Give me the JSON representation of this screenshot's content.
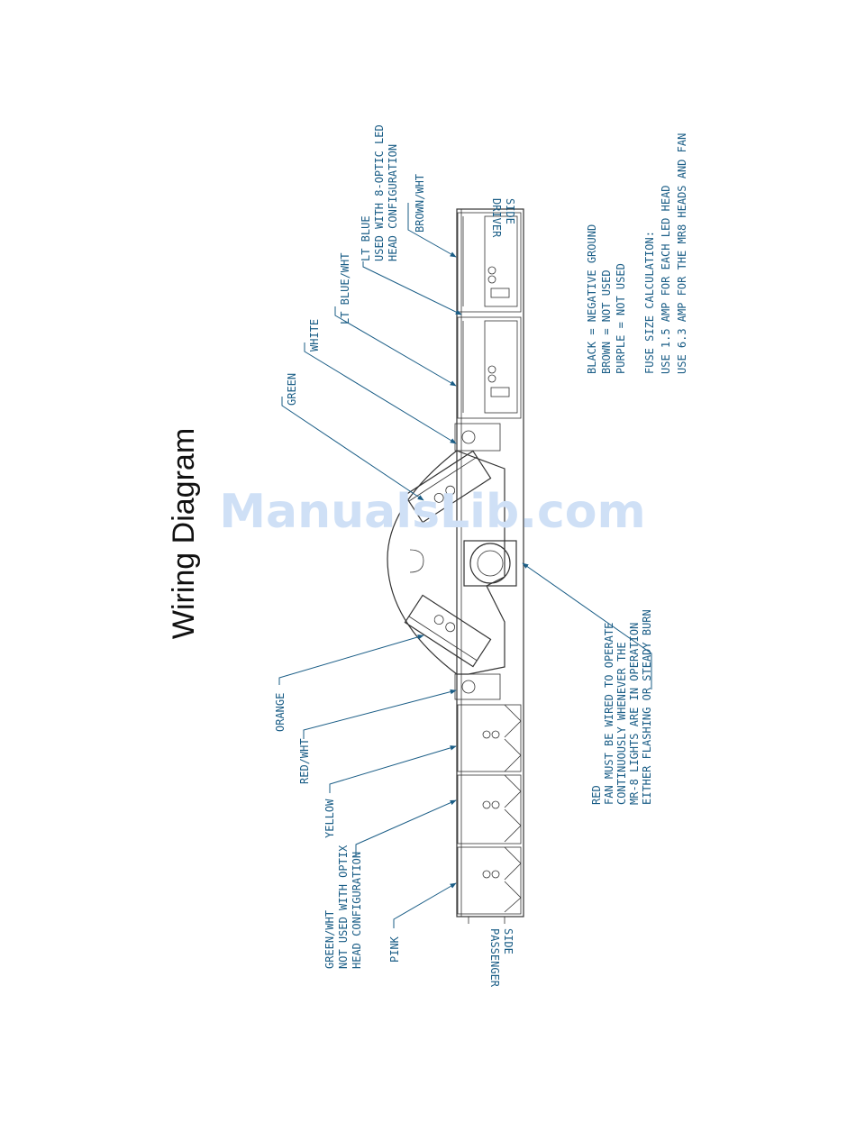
{
  "title": "Wiring Diagram",
  "watermark": "ManualsLib.com",
  "sides": {
    "driver": [
      "DRIVER",
      "SIDE"
    ],
    "passenger": [
      "PASSENGER",
      "SIDE"
    ]
  },
  "wire_labels": {
    "brown_wht": "BROWN/WHT",
    "lt_blue": [
      "LT BLUE",
      "USED WITH 8-OPTIC LED",
      "HEAD CONFIGURATION"
    ],
    "lt_blue_wht": "LT BLUE/WHT",
    "white": "WHITE",
    "green": "GREEN",
    "orange": "ORANGE",
    "red_wht": "RED/WHT",
    "yellow": "YELLOW",
    "green_wht": [
      "GREEN/WHT",
      "NOT USED WITH OPTIX",
      "HEAD CONFIGURATION"
    ],
    "pink": "PINK",
    "red": [
      "RED",
      "FAN MUST BE WIRED TO OPERATE",
      "CONTINUOUSLY WHENEVER THE",
      "MR-8 LIGHTS ARE IN OPERATION",
      "EITHER FLASHING OR STEADY BURN"
    ]
  },
  "legend": [
    "BLACK  = NEGATIVE GROUND",
    "BROWN  = NOT USED",
    "PURPLE  = NOT USED"
  ],
  "fuse": [
    "FUSE SIZE CALCULATION:",
    "USE 1.5 AMP FOR EACH LED HEAD",
    "USE 6.3 AMP FOR THE MR8 HEADS AND FAN"
  ]
}
